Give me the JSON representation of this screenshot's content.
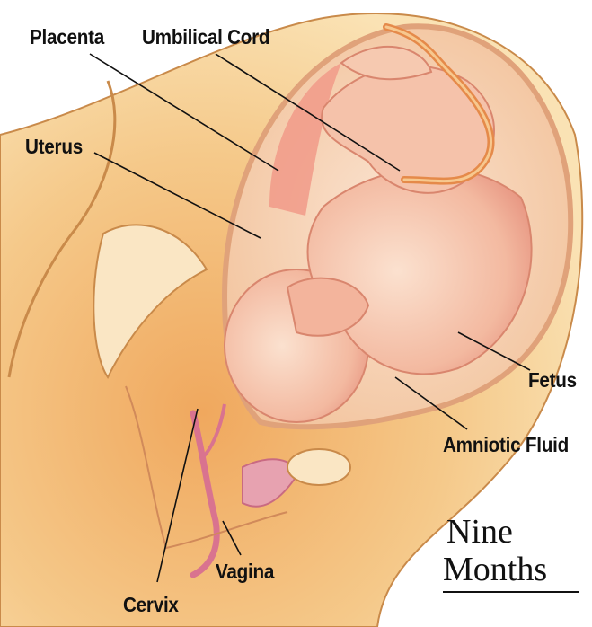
{
  "labels": {
    "placenta": "Placenta",
    "umbilical_cord": "Umbilical Cord",
    "uterus": "Uterus",
    "fetus": "Fetus",
    "amniotic_fluid": "Amniotic Fluid",
    "vagina": "Vagina",
    "cervix": "Cervix"
  },
  "caption": {
    "line1": "Nine",
    "line2": "Months"
  },
  "colors": {
    "skin": "#f6d59a",
    "belly": "#f1b46a",
    "uterus_wall": "#f4c7a0",
    "fetus": "#f6c6a6",
    "fetus_shadow": "#e9a08a",
    "cord": "#e58a4a",
    "vagina": "#d9738f",
    "line": "#111111"
  }
}
